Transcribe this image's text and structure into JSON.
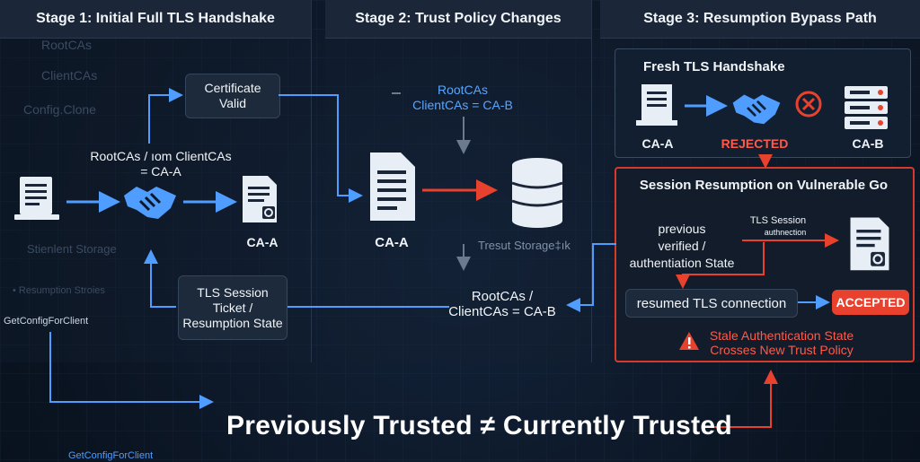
{
  "stages": {
    "s1_title": "Stage 1: Initial Full TLS Handshake",
    "s2_title": "Stage 2: Trust Policy Changes",
    "s3_title": "Stage 3: Resumption Bypass Path"
  },
  "stage1": {
    "ghost_rootcas": "RootCAs",
    "ghost_clientcas": "ClientCAs",
    "ghost_config_clone": "Config.Clone",
    "ghost_storage": "Stienlent Storage",
    "ghost_resumption": "• Resumption Stroies",
    "certificate_valid": "Certificate\nValid",
    "rootcas_label": "RootCAs / ıom ClientCAs\n= CA-A",
    "ca_a": "CA-A",
    "ticket": "TLS Session\nTicket /\nResumption State",
    "getconfig_left": "GetConfigForClient"
  },
  "stage2": {
    "policy_top": "RootCAs\nClientCAs = CA-B",
    "ca_a": "CA-A",
    "storage": "Tresut Storage‡ık",
    "policy_bottom": "RootCAs /\nClientCAs = CA-B"
  },
  "stage3": {
    "fresh_title": "Fresh TLS Handshake",
    "ca_a": "CA-A",
    "rejected": "REJECTED",
    "ca_b": "CA-B",
    "resumption_title": "Session Resumption on Vulnerable Go",
    "previous": "previous\nverified /\nauthentiation State",
    "tls_session": "TLS Session",
    "authentication": "authnection",
    "resumed": "resumed TLS connection",
    "accepted": "ACCEPTED",
    "warning": "Stale Authentication State\nCrosses New Trust Policy"
  },
  "bottom": {
    "headline": "Previously Trusted ≠ Currently Trusted",
    "getconfig_bottom": "GetConfigForClient"
  },
  "colors": {
    "blue": "#4f9dff",
    "red": "#e8412e",
    "panel": "#1d2a3b"
  },
  "icons": [
    "document-icon",
    "handshake-icon",
    "certificate-icon",
    "database-icon",
    "server-icon",
    "rejected-x-icon",
    "warning-icon"
  ]
}
